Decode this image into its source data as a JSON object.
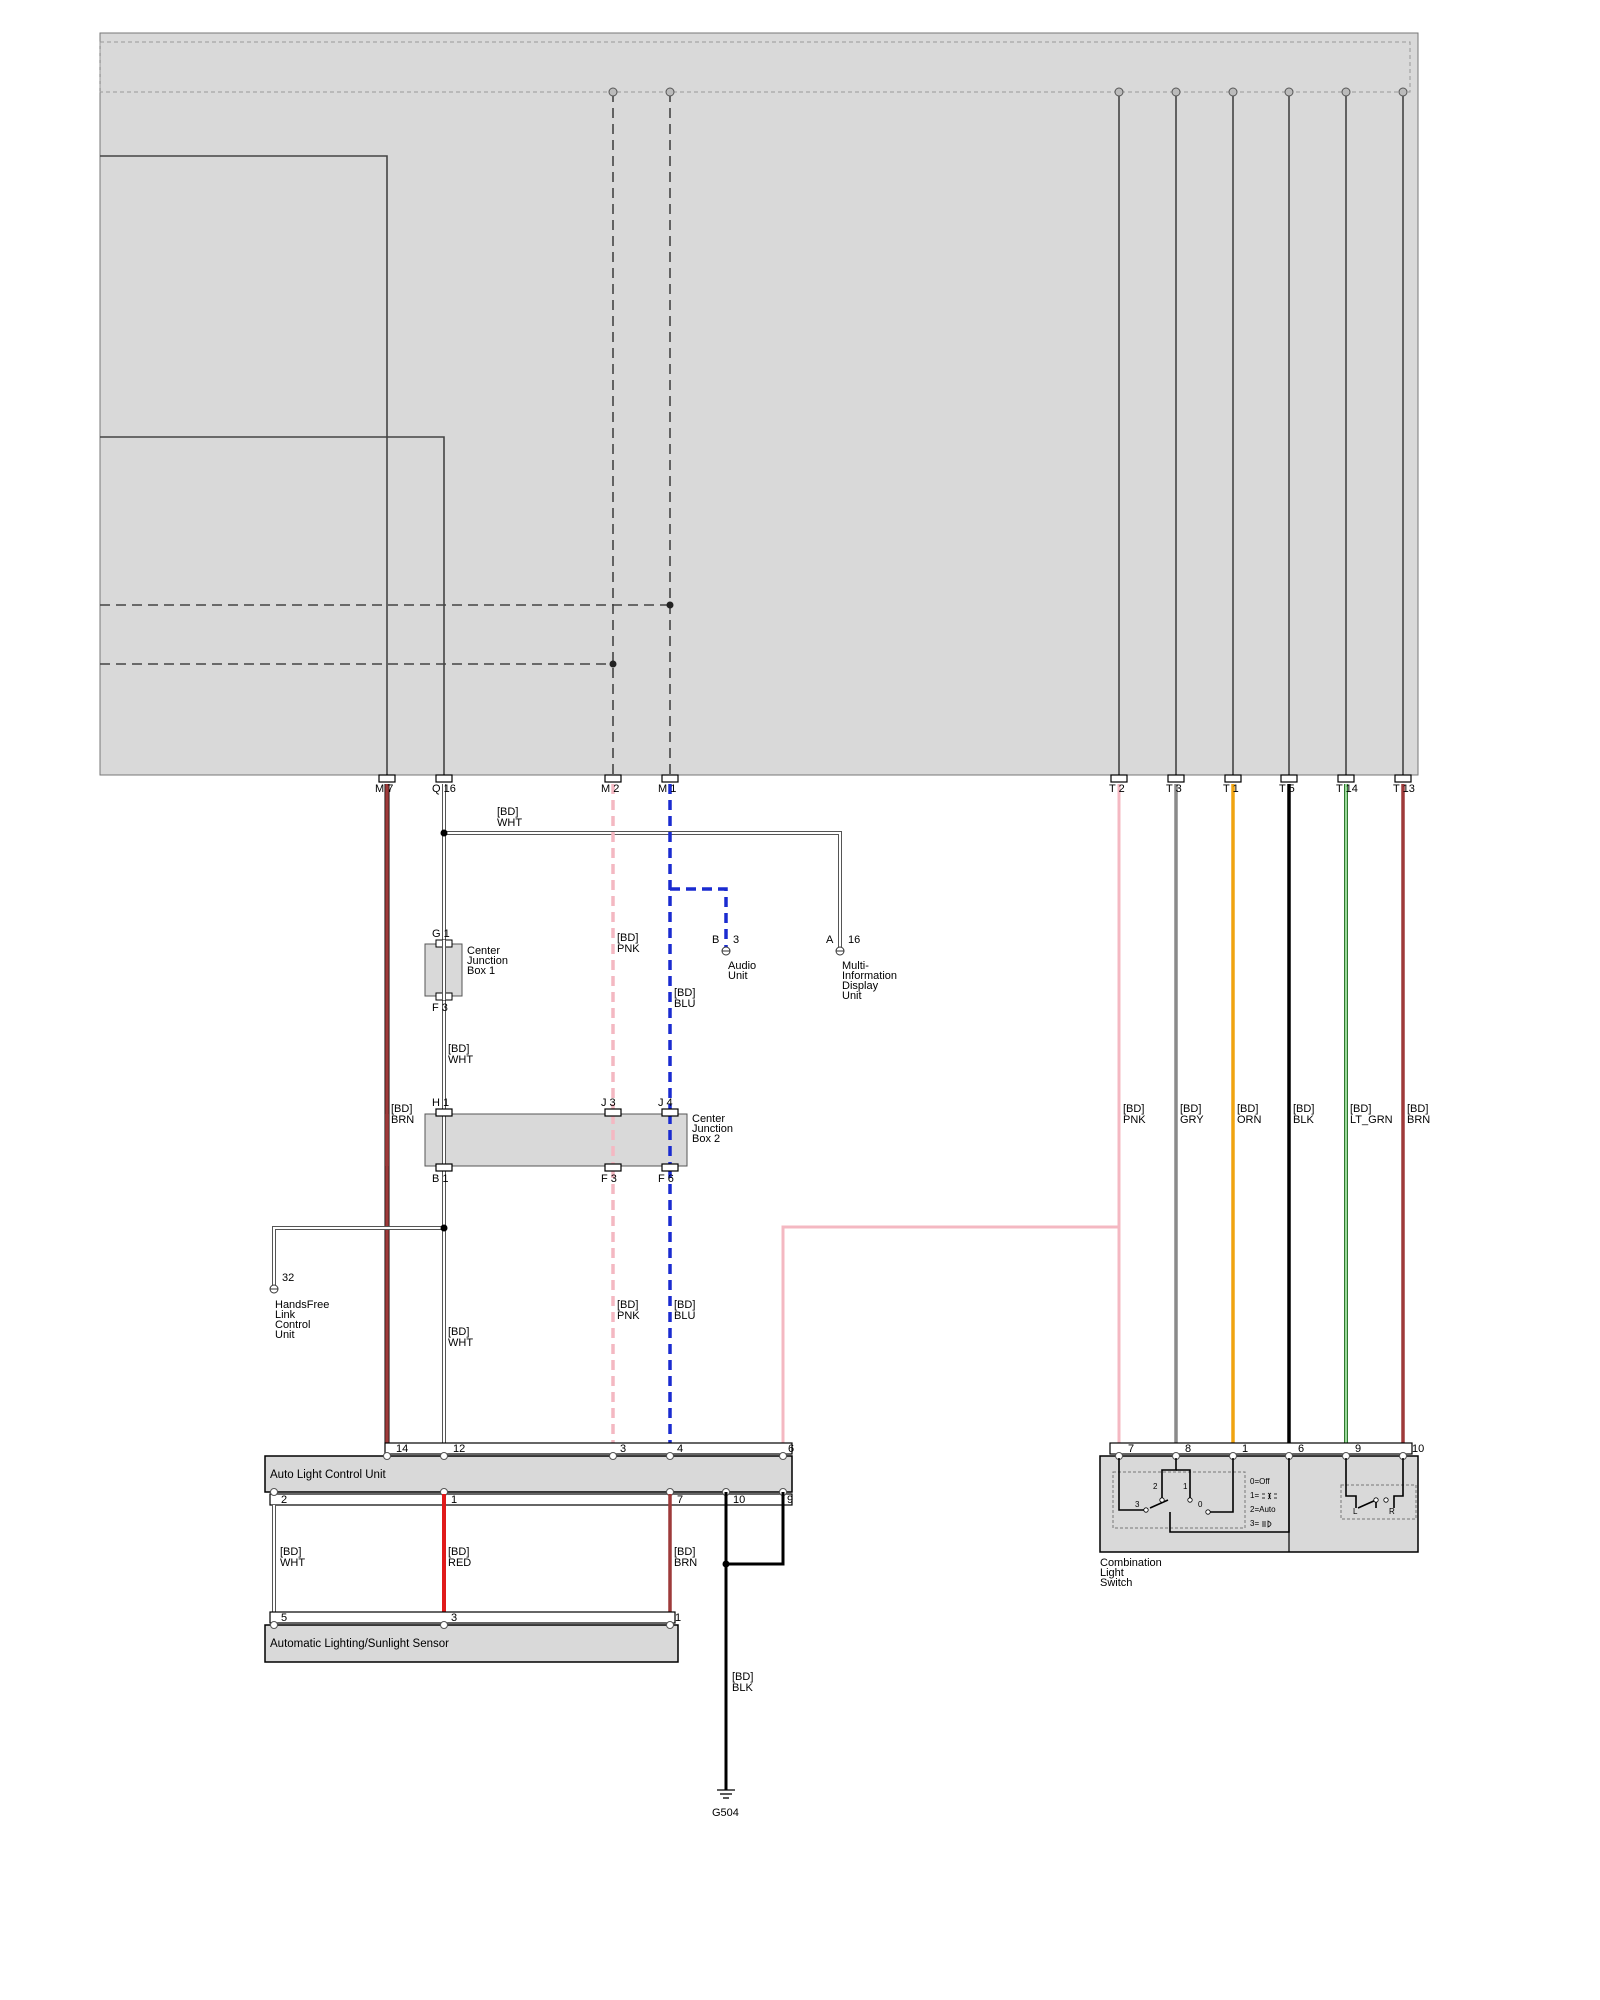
{
  "colors": {
    "module_fill": "#d9d9d9",
    "BRN": "#9e3a3a",
    "WHT": "#ffffff",
    "PNK": "#f4b8c2",
    "BLU": "#1a2bd0",
    "GRY": "#8a8a8a",
    "ORN": "#f0a410",
    "BLK": "#000000",
    "LT_GRN": "#6fbf6f",
    "RED": "#e01a1a"
  },
  "top_connectors": [
    {
      "id": "M7",
      "label": "M 7"
    },
    {
      "id": "Q16",
      "label": "Q 16"
    },
    {
      "id": "M2",
      "label": "M 2"
    },
    {
      "id": "M1",
      "label": "M 1"
    },
    {
      "id": "T2",
      "label": "T 2"
    },
    {
      "id": "T3",
      "label": "T 3"
    },
    {
      "id": "T1",
      "label": "T 1"
    },
    {
      "id": "T5",
      "label": "T 5"
    },
    {
      "id": "T14",
      "label": "T 14"
    },
    {
      "id": "T13",
      "label": "T 13"
    }
  ],
  "wire_labels": {
    "bd": "[BD]",
    "wht": "WHT",
    "brn": "BRN",
    "pnk": "PNK",
    "blu": "BLU",
    "gry": "GRY",
    "orn": "ORN",
    "blk": "BLK",
    "lt_grn": "LT_GRN",
    "red": "RED"
  },
  "components": {
    "cjb1": {
      "name": [
        "Center",
        "Junction",
        "Box 1"
      ],
      "pin_top": "G 1",
      "pin_bottom": "F 3"
    },
    "cjb2": {
      "name": [
        "Center",
        "Junction",
        "Box 2"
      ],
      "pins_top": [
        "H 1",
        "J 3",
        "J 4"
      ],
      "pins_bottom": [
        "B 1",
        "F 3",
        "F 6"
      ]
    },
    "audio_unit": {
      "name": [
        "Audio",
        "Unit"
      ],
      "pin": "B",
      "pin_num": "3"
    },
    "midu": {
      "name": [
        "Multi-",
        "Information",
        "Display",
        "Unit"
      ],
      "pin": "A",
      "pin_num": "16"
    },
    "handsfree": {
      "name": [
        "HandsFree",
        "Link",
        "Control",
        "Unit"
      ],
      "pin_num": "32"
    },
    "alcu": {
      "name": "Auto Light Control Unit",
      "pins_top": [
        "14",
        "12",
        "3",
        "4",
        "6"
      ],
      "pins_bottom": [
        "2",
        "1",
        "7",
        "10",
        "9"
      ]
    },
    "sensor": {
      "name": "Automatic Lighting/Sunlight Sensor",
      "pins": [
        "5",
        "3",
        "1"
      ]
    },
    "cls": {
      "name": [
        "Combination",
        "Light",
        "Switch"
      ],
      "pins": [
        "7",
        "8",
        "1",
        "6",
        "9",
        "10"
      ],
      "legend": [
        "0=Off",
        "1=",
        "2=Auto",
        "3="
      ],
      "pos": [
        "2",
        "1",
        "3",
        "0"
      ],
      "lr": [
        "L",
        "R"
      ]
    },
    "ground": {
      "name": "G504"
    }
  }
}
